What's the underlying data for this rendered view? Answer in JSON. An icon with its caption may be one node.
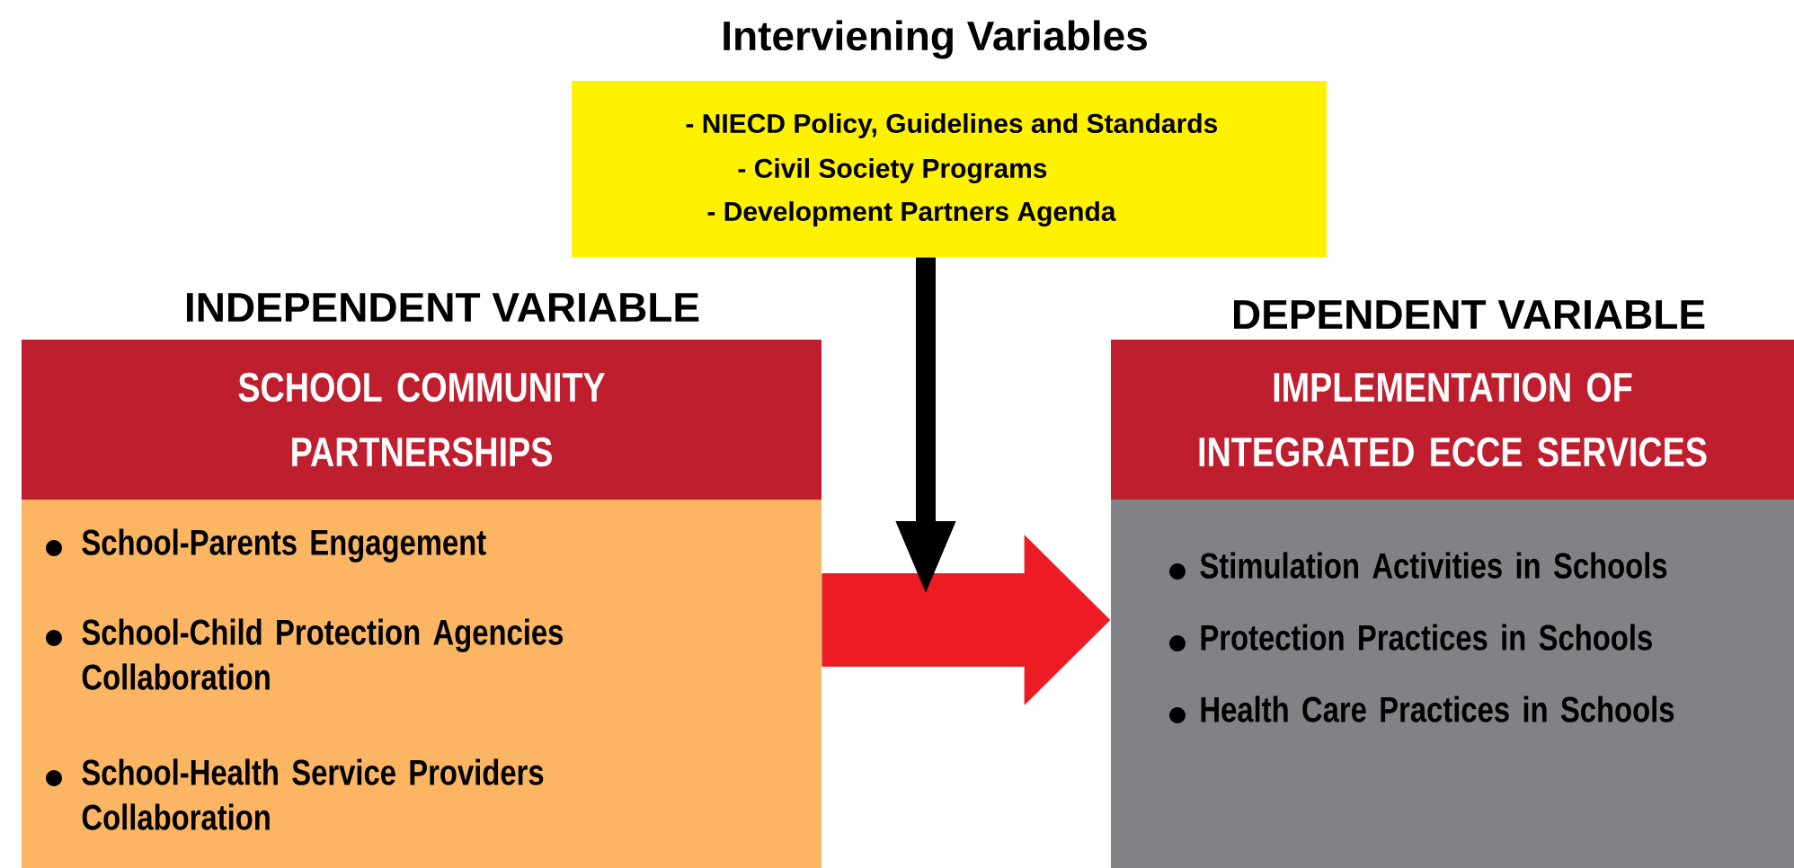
{
  "diagram": {
    "nodes": [
      {
        "text": [
          "Interviening Variables",
          "- NIECD Policy, Guidelines and Standards",
          "- Civil Society Programs",
          "- Development Partners Agenda"
        ]
      },
      {
        "text": [
          "INDEPENDENT VARIABLE",
          "SCHOOL COMMUNITY PARTNERSHIPS",
          "School-Parents Engagement",
          "School-Child Protection Agencies Collaboration",
          "School-Health Service Providers Collaboration"
        ]
      },
      {
        "text": [
          "DEPENDENT VARIABLE",
          "IMPLEMENTATION OF INTEGRATED ECCE SERVICES",
          "Stimulation Activities in Schools",
          "Protection Practices in Schools",
          "Health Care Practices in Schools"
        ]
      }
    ],
    "edges": [
      {
        "from": 1,
        "to": 2,
        "arrow": "to",
        "style": "thick",
        "color": "#ed1c24"
      },
      {
        "from": 0,
        "to": null,
        "arrow": "to",
        "color": "#000000"
      }
    ]
  }
}
